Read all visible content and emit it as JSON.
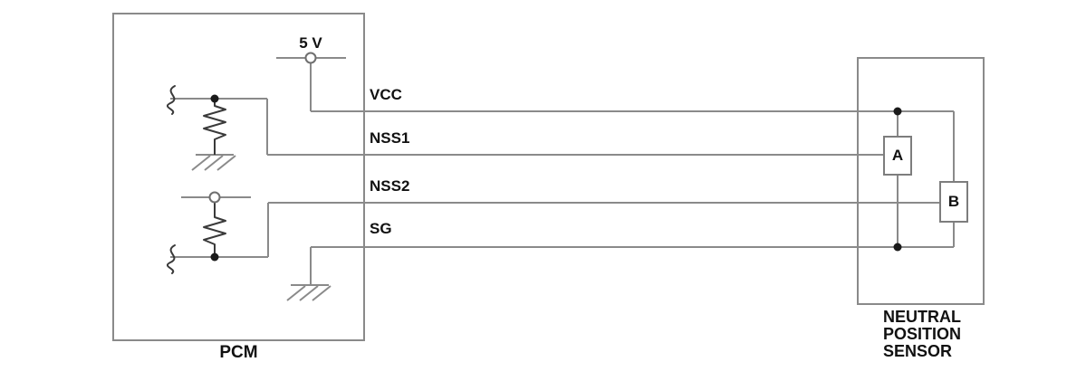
{
  "colors": {
    "background": "#ffffff",
    "wire": "#8a8a8a",
    "symbol": "#3a3a3a",
    "text": "#111111"
  },
  "pcm": {
    "label": "PCM"
  },
  "supply": {
    "label": "5 V"
  },
  "wires": [
    {
      "label": "VCC"
    },
    {
      "label": "NSS1"
    },
    {
      "label": "NSS2"
    },
    {
      "label": "SG"
    }
  ],
  "sensor": {
    "name_line1": "NEUTRAL",
    "name_line2": "POSITION",
    "name_line3": "SENSOR",
    "element_a": "A",
    "element_b": "B"
  }
}
